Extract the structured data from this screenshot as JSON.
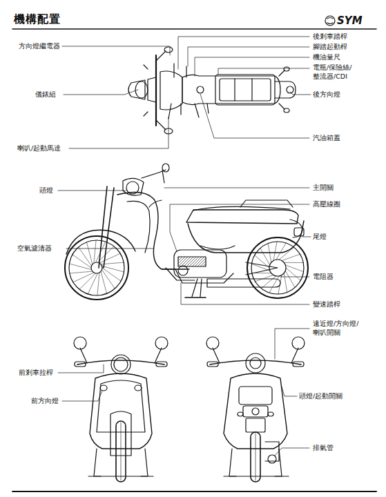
{
  "diagram": {
    "title": "機構配置",
    "labels": [
      "SYM",
      "方向燈繼電器",
      "後剎車踏桿",
      "腳踏起動桿",
      "機油量尺",
      "電瓶/保險絲/ 整流器/CDI",
      "後方向燈",
      "儀錶組",
      "汽油箱蓋",
      "喇叭/起動馬達",
      "頭燈",
      "主開關",
      "高壓線圈",
      "尾燈",
      "空氣濾清器",
      "電阻器",
      "變速踏桿",
      "遠近燈/方向燈/ 喇叭開關",
      "前剎車拉桿",
      "前方向燈",
      "頭燈/起動開關",
      "排氣管"
    ]
  }
}
